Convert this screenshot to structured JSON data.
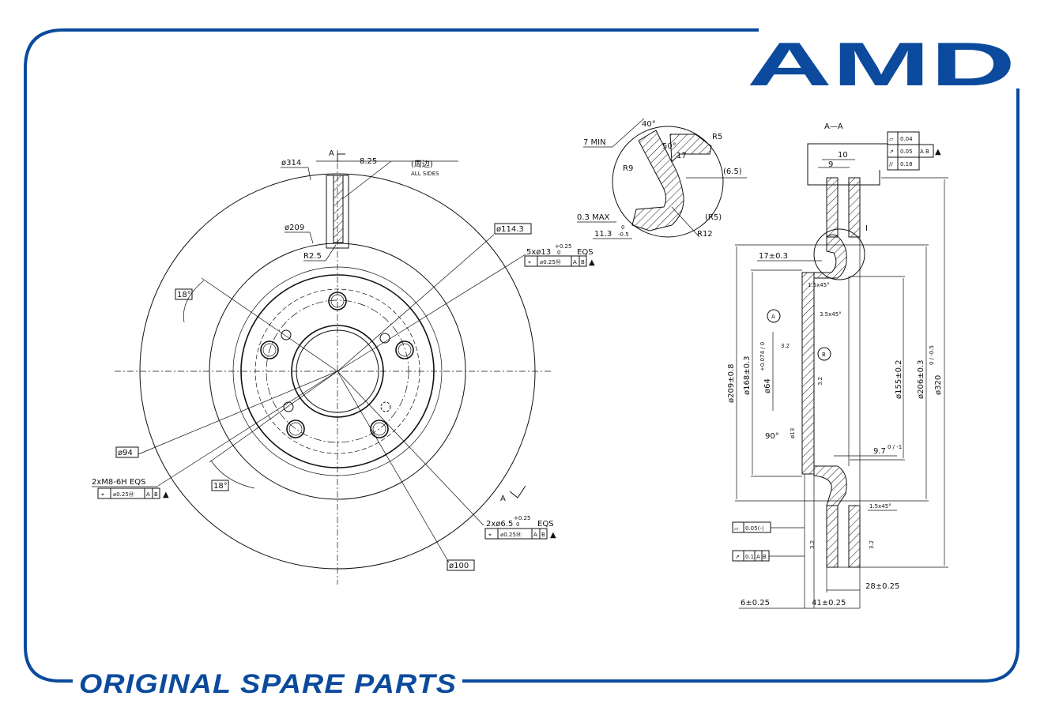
{
  "brand": {
    "logo": "AMD",
    "tagline": "ORIGINAL SPARE PARTS",
    "color": "#0b4a9c"
  },
  "front_view": {
    "section_mark_top": "A",
    "section_mark_bottom": "A",
    "dia_outer": "ø314",
    "width_825": "8.25",
    "finish_note_cn": "(周边)",
    "finish_note": "ALL SIDES",
    "dia_209": "ø209",
    "radius_r25": "R2.5",
    "dia_1143": "ø114.3",
    "bolt_holes": "5xø13",
    "bolt_holes_tol_upper": "+0.25",
    "bolt_holes_tol_lower": "0",
    "bolt_holes_eqs": "EQS",
    "bolt_holes_fcf": [
      "⌖",
      "⌀0.25Ⓜ",
      "A",
      "B"
    ],
    "angle_top": "18°",
    "angle_bottom": "18°",
    "dia_94": "ø94",
    "thread_holes": "2xM8-6H  EQS",
    "thread_holes_fcf": [
      "⌖",
      "⌀0.25Ⓜ",
      "A",
      "B"
    ],
    "pin_holes": "2xø6.5",
    "pin_holes_tol_upper": "+0.25",
    "pin_holes_tol_lower": "0",
    "pin_holes_eqs": "EQS",
    "pin_holes_fcf": [
      "⌖",
      "⌀0.25Ⓜ",
      "A",
      "B"
    ],
    "dia_100": "ø100",
    "critical_mark": "▲"
  },
  "detail_view": {
    "angle_40": "40°",
    "min_7": "7 MIN",
    "angle_50": "50°",
    "r5": "R5",
    "dim_17": "17",
    "r9": "R9",
    "dim_65": "(6.5)",
    "max_03": "0.3 MAX",
    "r5_ref": "(R5)",
    "dim_113": "11.3",
    "dim_113_upper": "0",
    "dim_113_lower": "-0.5",
    "r12": "R12"
  },
  "section_view": {
    "title": "A—A",
    "fcf_rows": [
      {
        "sym": "⏥",
        "val": "0.04",
        "ref": ""
      },
      {
        "sym": "↗",
        "val": "0.05",
        "ref": "A B"
      },
      {
        "sym": "//",
        "val": "0.18",
        "ref": ""
      }
    ],
    "dim_10": "10",
    "dim_9": "9",
    "detail_ref": "I",
    "dim_17": "17±0.3",
    "chamfer_15a": "1.5x45°",
    "chamfer_35": "3.5x45°",
    "datum_a": "A",
    "datum_b": "B",
    "rough_32a": "3.2",
    "rough_32b": "3.2",
    "rough_32c": "3.2",
    "rough_32d": "3.2",
    "dia_209": "ø209±0.8",
    "dia_168": "ø168±0.3",
    "dia_64": "ø64",
    "dia_64_tol": "+0.074 / 0",
    "dia_13": "ø13",
    "angle_90": "90°",
    "dia_155": "ø155±0.2",
    "dia_206": "ø206±0.3",
    "dia_320": "ø320",
    "dia_320_tol": "0 / -0.5",
    "dim_97": "9.7",
    "dim_97_tol": "0 / -1",
    "chamfer_15b": "1.5x45°",
    "flatness_fcf": [
      "⏥",
      "0.05(-)"
    ],
    "runout_fcf": [
      "↗",
      "0.1",
      "A",
      "B"
    ],
    "dim_28": "28±0.25",
    "dim_6": "6±0.25",
    "dim_41": "41±0.25"
  }
}
